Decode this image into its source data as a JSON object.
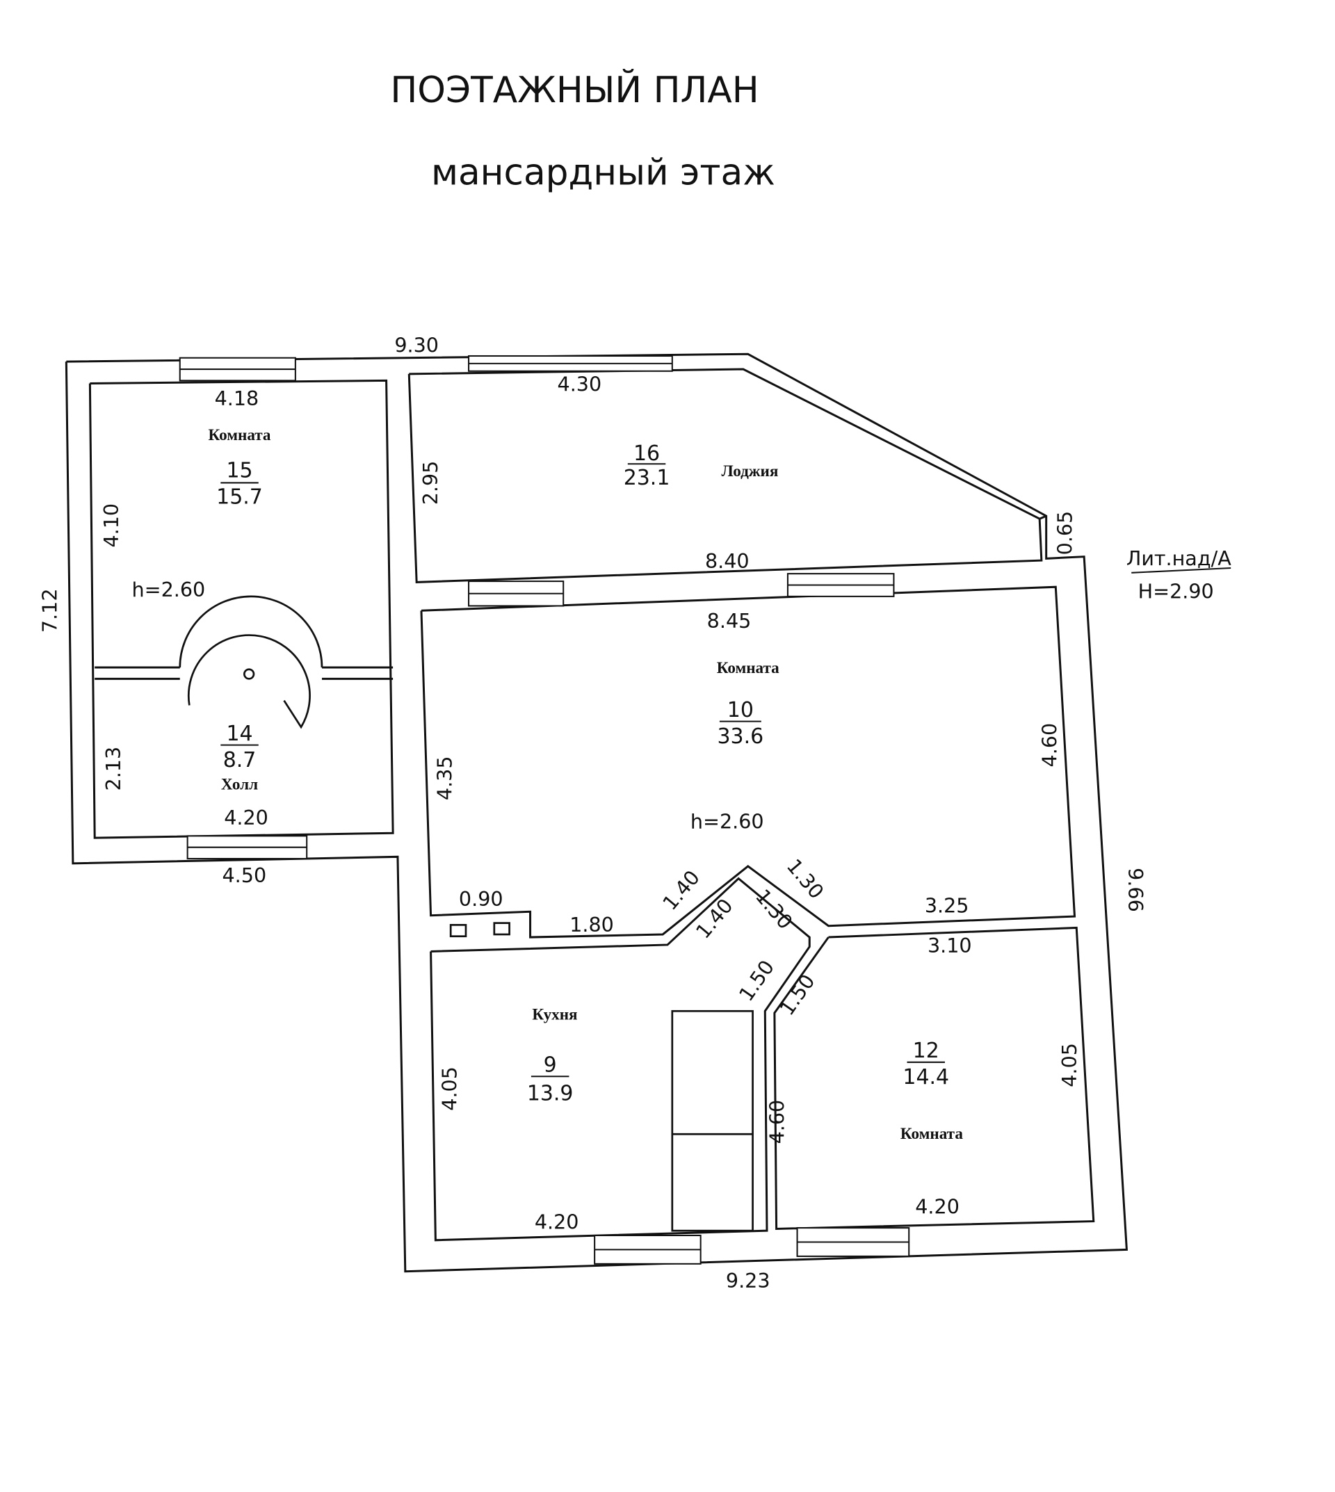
{
  "title": "ПОЭТАЖНЫЙ ПЛАН",
  "subtitle": "мансардный  этаж",
  "litera": {
    "label": "Лит.над/А",
    "height": "H=2.90"
  },
  "rooms": [
    {
      "number": "15",
      "area": "15.7",
      "name": "Комната"
    },
    {
      "number": "16",
      "area": "23.1",
      "name": "Лоджия"
    },
    {
      "number": "14",
      "area": "8.7",
      "name": "Холл"
    },
    {
      "number": "10",
      "area": "33.6",
      "name": "Комната"
    },
    {
      "number": "9",
      "area": "13.9",
      "name": "Кухня"
    },
    {
      "number": "12",
      "area": "14.4",
      "name": "Комната"
    }
  ],
  "ceiling_heights": [
    "h=2.60",
    "h=2.60"
  ],
  "dimensions": {
    "top_total": "9.30",
    "r15_top": "4.18",
    "r16_top": "4.30",
    "r15_side": "4.10",
    "r16_side": "2.95",
    "left_total": "7.12",
    "loggia_right": "0.65",
    "r16_bottom": "8.40",
    "r10_top": "8.45",
    "r14_side": "2.13",
    "r14_bottom": "4.20",
    "left_bottom": "4.50",
    "r10_left": "4.35",
    "r10_right": "4.60",
    "right_total": "9.66",
    "niche": "0.90",
    "wall_a": "1.80",
    "diag_a_out": "1.40",
    "diag_a_in": "1.40",
    "diag_b_out": "1.30",
    "diag_b_in": "1.30",
    "r12_top_out": "3.25",
    "r12_top_in": "3.10",
    "corr_a": "1.50",
    "corr_b": "1.50",
    "r9_left": "4.05",
    "r9_bottom": "4.20",
    "stair_side": "4.60",
    "r12_right": "4.05",
    "r12_bottom": "4.20",
    "bottom_total": "9.23"
  }
}
